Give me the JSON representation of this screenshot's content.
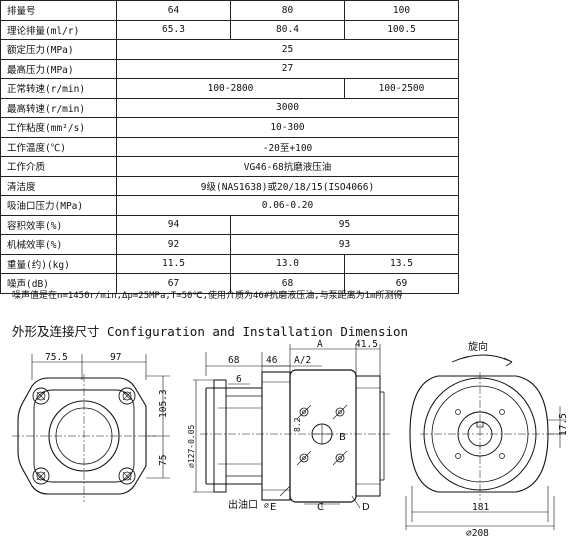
{
  "table": {
    "header": {
      "label": "排量号",
      "cols": [
        "64",
        "80",
        "100"
      ]
    },
    "rows": [
      {
        "label": "理论排量(ml/r)",
        "cells": [
          {
            "text": "65.3",
            "span": 1
          },
          {
            "text": "80.4",
            "span": 1
          },
          {
            "text": "100.5",
            "span": 1
          }
        ]
      },
      {
        "label": "额定压力(MPa)",
        "cells": [
          {
            "text": "25",
            "span": 3
          }
        ]
      },
      {
        "label": "最高压力(MPa)",
        "cells": [
          {
            "text": "27",
            "span": 3
          }
        ]
      },
      {
        "label": "正常转速(r/min)",
        "cells": [
          {
            "text": "100-2800",
            "span": 2
          },
          {
            "text": "100-2500",
            "span": 1
          }
        ]
      },
      {
        "label": "最高转速(r/min)",
        "cells": [
          {
            "text": "3000",
            "span": 3
          }
        ]
      },
      {
        "label": "工作粘度(mm²/s)",
        "cells": [
          {
            "text": "10-300",
            "span": 3
          }
        ]
      },
      {
        "label": "工作温度(℃)",
        "cells": [
          {
            "text": "-20至+100",
            "span": 3
          }
        ]
      },
      {
        "label": "工作介质",
        "cells": [
          {
            "text": "VG46-68抗磨液压油",
            "span": 3
          }
        ]
      },
      {
        "label": "清洁度",
        "cells": [
          {
            "text": "9级(NAS1638)或20/18/15(ISO4066)",
            "span": 3
          }
        ]
      },
      {
        "label": "吸油口压力(MPa)",
        "cells": [
          {
            "text": "0.06-0.20",
            "span": 3
          }
        ]
      },
      {
        "label": "容积效率(%)",
        "cells": [
          {
            "text": "94",
            "span": 1
          },
          {
            "text": "95",
            "span": 2
          }
        ]
      },
      {
        "label": "机械效率(%)",
        "cells": [
          {
            "text": "92",
            "span": 1
          },
          {
            "text": "93",
            "span": 2
          }
        ]
      },
      {
        "label": "重量(约)(kg)",
        "cells": [
          {
            "text": "11.5",
            "span": 1
          },
          {
            "text": "13.0",
            "span": 1
          },
          {
            "text": "13.5",
            "span": 1
          }
        ]
      },
      {
        "label": "噪声(dB)",
        "cells": [
          {
            "text": "67",
            "span": 1
          },
          {
            "text": "68",
            "span": 1
          },
          {
            "text": "69",
            "span": 1
          }
        ]
      }
    ]
  },
  "note": "噪声值是在n=1450r/min,Δp=25MPa,T=50℃,使用介质为46#抗磨液压油,与泵距离为1m所测得",
  "section_title": "外形及连接尺寸 Configuration and Installation Dimension",
  "drawing": {
    "front": {
      "dim_top_left": "75.5",
      "dim_top_right": "97",
      "dim_right_upper": "105.3",
      "dim_right_lower": "75"
    },
    "side": {
      "dim_68": "68",
      "dim_46": "46",
      "dim_A2": "A/2",
      "dim_A": "A",
      "dim_41_5": "41.5",
      "dim_6": "6",
      "dim_8_2": "8.2",
      "dim_dia127": "⌀127-0.05",
      "label_B": "B",
      "label_outlet": "出油口",
      "label_E": "E",
      "label_C": "C",
      "label_D": "D"
    },
    "rear": {
      "label_rotation": "旋向",
      "dim_17_5": "17.5",
      "dim_181": "181",
      "dim_208": "⌀208"
    }
  }
}
